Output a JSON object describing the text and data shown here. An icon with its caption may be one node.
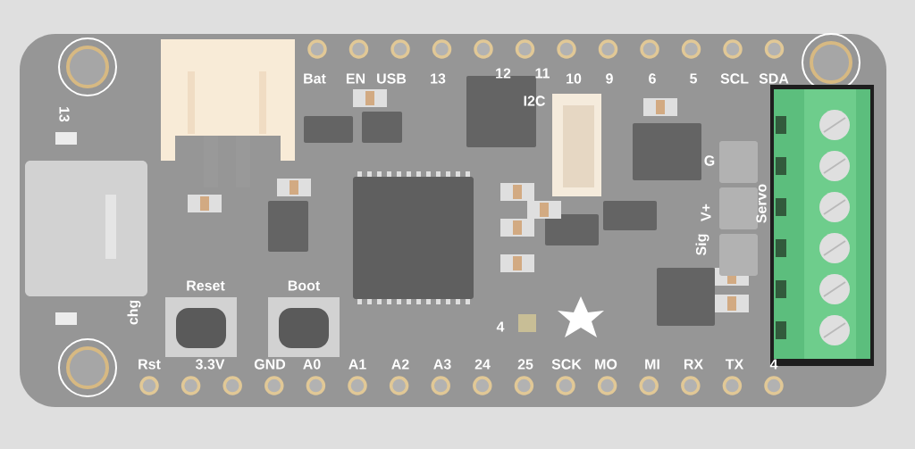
{
  "diagram": {
    "labels": [
      "Bat",
      "EN",
      "USB",
      "13",
      "12",
      "11",
      "10",
      "9",
      "6",
      "5",
      "SCL",
      "SDA",
      "13",
      "I2C",
      "G",
      "V+",
      "Servo",
      "Sig",
      "Reset",
      "Boot",
      "chg",
      "4",
      "Rst",
      "3.3V",
      "GND",
      "A0",
      "A1",
      "A2",
      "A3",
      "24",
      "25",
      "SCK",
      "MO",
      "MI",
      "RX",
      "TX",
      "4"
    ]
  }
}
